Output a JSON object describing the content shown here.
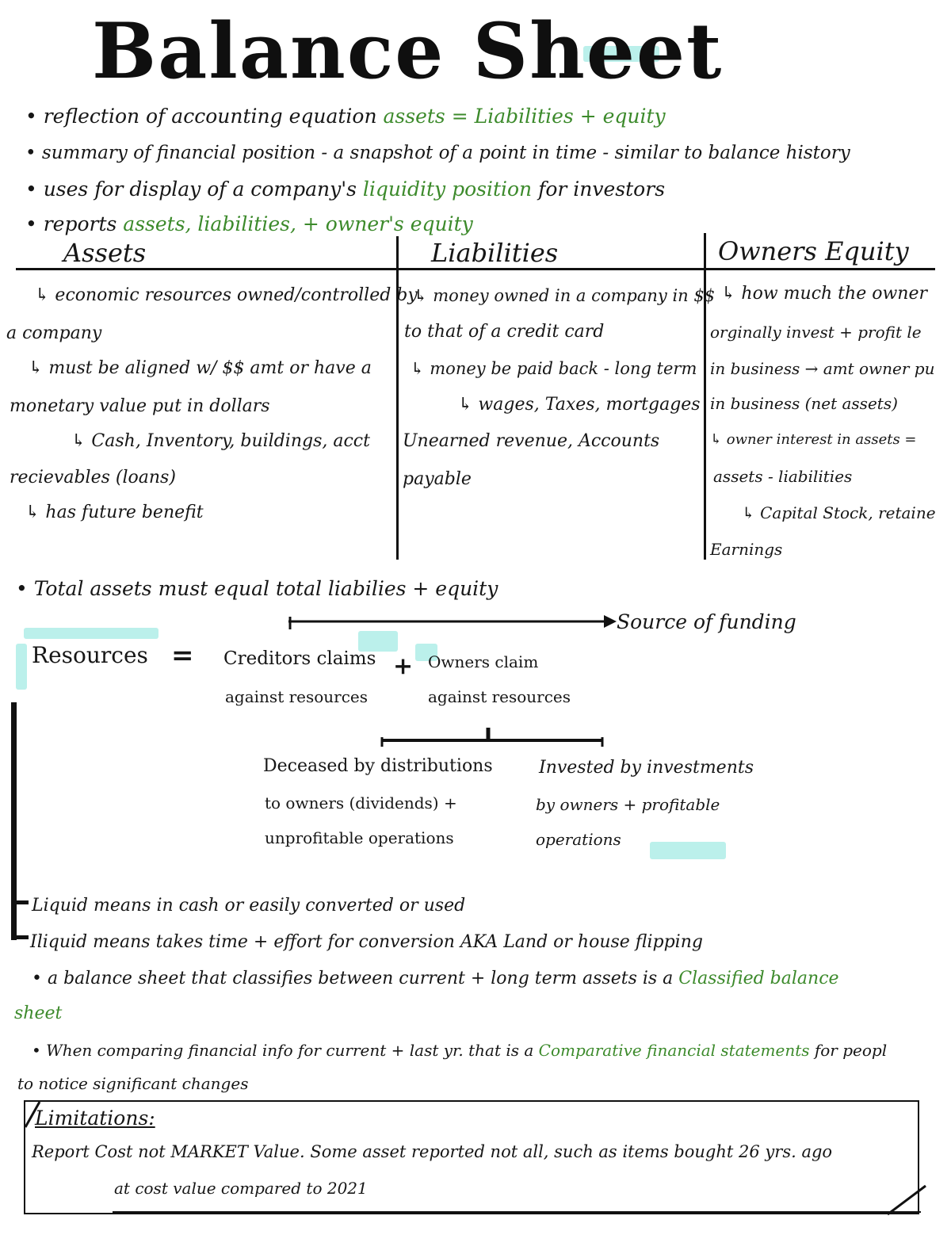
{
  "title": "Balance Sheet",
  "intro_bullets": [
    {
      "text": "reflection of accounting equation",
      "highlight": "assets = Liabilities + equity"
    },
    {
      "text": "summary of financial position - a snapshot of a point in time - similar to balance history"
    },
    {
      "text": "uses for display of a company's",
      "highlight": "liquidity position",
      "text_after": "for investors"
    },
    {
      "text": "reports",
      "highlight": "assets, liabilities, + owner's equity"
    }
  ],
  "columns": {
    "assets": {
      "heading": "Assets",
      "lines": [
        "↳ economic resources owned/controlled by",
        "a company",
        "↳ must be aligned w/ $$ amt or have a",
        "monetary value put in dollars",
        "↳ Cash, Inventory, buildings, acct",
        "recievables (loans)",
        "↳ has future benefit"
      ]
    },
    "liabilities": {
      "heading": "Liabilities",
      "lines": [
        "↳ money owned in a company in $$",
        "to that of a credit card",
        "↳ money be paid back - long term",
        "↳ wages, Taxes, mortgages",
        "Unearned revenue, Accounts",
        "payable"
      ]
    },
    "equity": {
      "heading": "Owners Equity",
      "lines": [
        "↳ how much the owner",
        "orginally invest + profit le",
        "in business → amt owner pu",
        "in business (net assets)",
        "↳ owner interest in assets =",
        "assets - liabilities",
        "↳ Capital Stock, retaine",
        "Earnings"
      ]
    }
  },
  "total_note": "Total assets must equal total liabilies + equity",
  "funding_label": "Source of funding",
  "equation": {
    "left": "Resources",
    "equals": "=",
    "creditors_line1": "Creditors claims",
    "creditors_line2": "against resources",
    "plus": "+",
    "owners_line1": "Owners claim",
    "owners_line2": "against resources"
  },
  "branches": {
    "decreased": [
      "Deceased by distributions",
      "to owners (dividends) +",
      "unprofitable operations"
    ],
    "increased": [
      "Invested by investments",
      "by owners + profitable",
      "operations"
    ]
  },
  "liquidity": {
    "liquid": "Liquid means in cash or easily converted or used",
    "illiquid": "Iliquid means takes time + effort for conversion AKA Land or house flipping"
  },
  "classified": {
    "text": "a balance sheet that classifies between current + long term assets is a",
    "highlight_1": "Classified balance",
    "highlight_2": "sheet"
  },
  "comparative": {
    "text": "When comparing financial info for current + last yr. that is a",
    "highlight": "Comparative financial statements",
    "text_after": "for peopl",
    "line2": "to notice significant changes"
  },
  "limitations": {
    "heading": "Limitations:",
    "line1": "Report Cost not MARKET Value. Some asset reported not all, such as items bought 26 yrs. ago",
    "line2": "at cost value compared to 2021"
  },
  "colors": {
    "ink": "#161616",
    "green_ink": "#3c8a2b",
    "highlighter": "#78e1d7"
  }
}
